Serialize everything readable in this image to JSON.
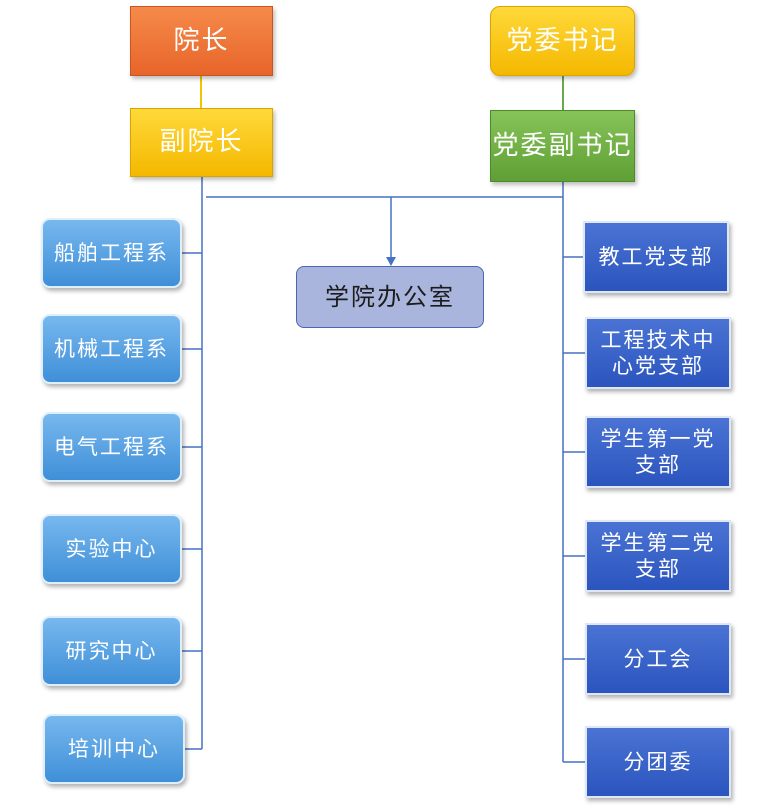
{
  "nodes": {
    "dean": "院长",
    "party_secretary": "党委书记",
    "vice_dean": "副院长",
    "deputy_party_secretary": "党委副书记",
    "college_office": "学院办公室"
  },
  "left_units": [
    "船舶工程系",
    "机械工程系",
    "电气工程系",
    "实验中心",
    "研究中心",
    "培训中心"
  ],
  "right_units": [
    {
      "line1": "教工党支部",
      "line2": ""
    },
    {
      "line1": "工程技术中",
      "line2": "心党支部"
    },
    {
      "line1": "学生第一党",
      "line2": "支部"
    },
    {
      "line1": "学生第二党",
      "line2": "支部"
    },
    {
      "line1": "分工会",
      "line2": ""
    },
    {
      "line1": "分团委",
      "line2": ""
    }
  ],
  "colors": {
    "connector": "#4472c4",
    "orange": "#e8652a",
    "yellow": "#f4b800",
    "green": "#5f9f33",
    "light_blue": "#3f8fd8",
    "dark_blue": "#2b55be",
    "office_fill": "#a9b5dc"
  }
}
